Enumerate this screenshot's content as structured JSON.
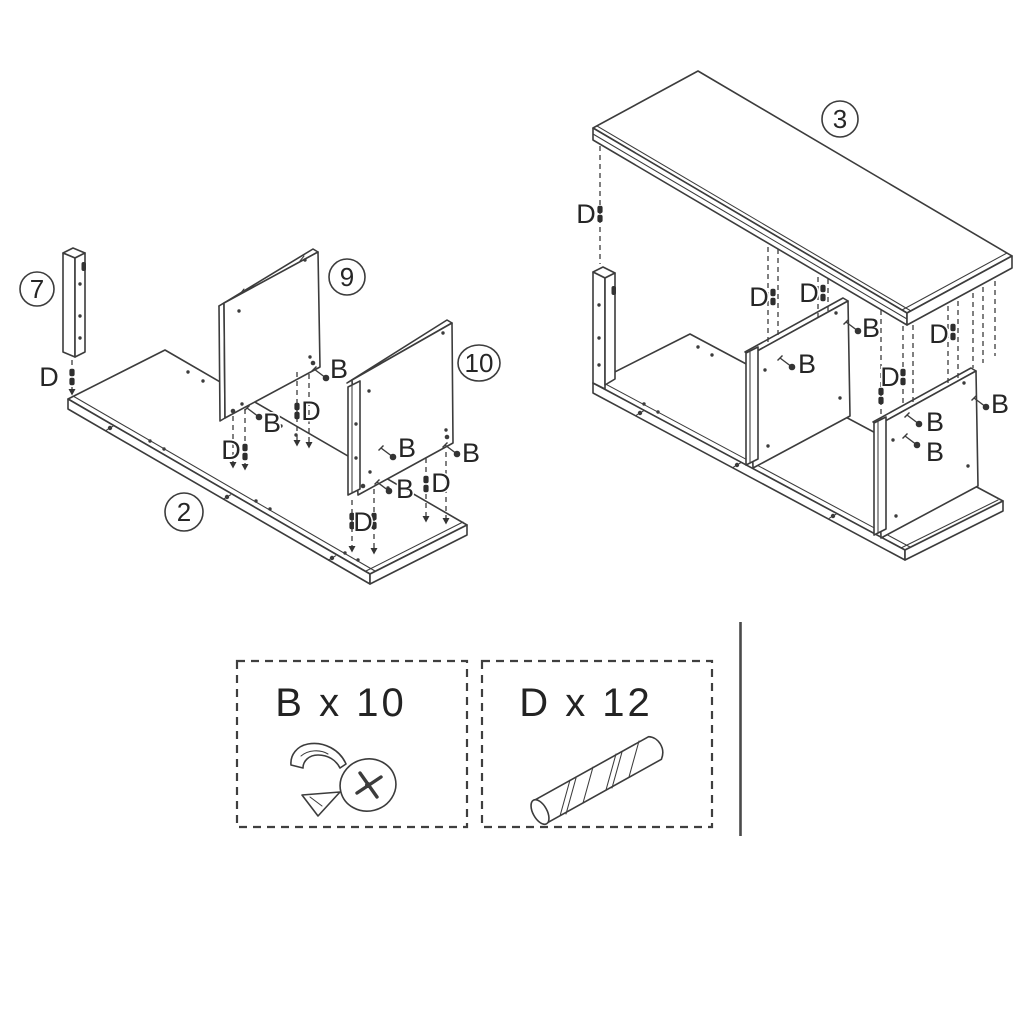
{
  "document": {
    "type": "furniture-assembly-instruction-step",
    "background": "#ffffff",
    "line_color": "#3c3c3c"
  },
  "parts": {
    "p2": "2",
    "p3": "3",
    "p7": "7",
    "p9": "9",
    "p10": "10"
  },
  "hardware": {
    "b": "B",
    "d": "D"
  },
  "legend": {
    "items": [
      {
        "label": "B x 10",
        "code": "B",
        "quantity": 10,
        "icon": "cam-lock-screw-icon"
      },
      {
        "label": "D x 12",
        "code": "D",
        "quantity": 12,
        "icon": "wooden-dowel-icon"
      }
    ]
  }
}
